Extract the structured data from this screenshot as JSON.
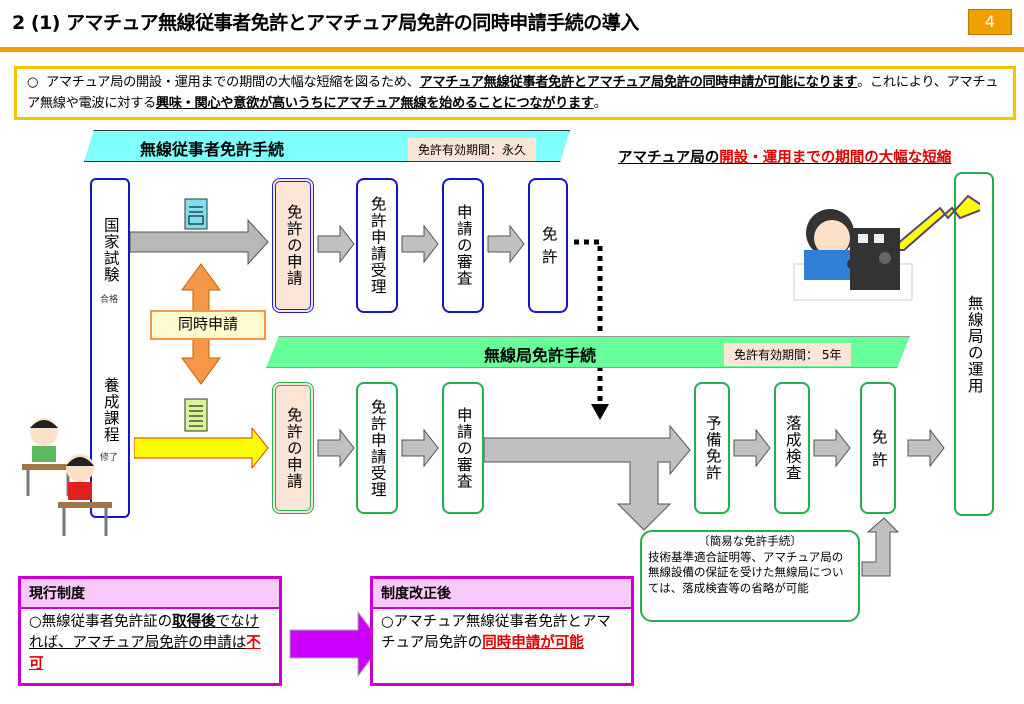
{
  "header": {
    "title": "2 (1)  アマチュア無線従事者免許とアマチュア局免許の同時申請手続の導入",
    "page_number": "4"
  },
  "intro": {
    "bullet": "○",
    "text1": "アマチュア局の開設・運用までの期間の大幅な短縮を図るため、",
    "bold1": "アマチュア無線従事者免許とアマチュア局免許の同時申請が可能になります",
    "text2": "。これにより、アマチュア無線や電波に対する",
    "bold2": "興味・関心や意欲が高いうちにアマチュア無線を始めることにつながります",
    "text3": "。"
  },
  "operator_flow": {
    "band_title": "無線従事者免許手続",
    "validity": "免許有効期間：永久",
    "entry_exam": "国家試験",
    "entry_exam_sub": "合格",
    "entry_course": "養成課程",
    "entry_course_sub": "修了",
    "steps": [
      "免許の申請",
      "免許申請受理",
      "申請の審査",
      "免 許"
    ]
  },
  "simultaneous_label": "同時申請",
  "station_flow": {
    "band_title": "無線局免許手続",
    "validity": "免許有効期間： 5年",
    "steps": [
      "免許の申請",
      "免許申請受理",
      "申請の審査",
      "予備免許",
      "落成検査",
      "免 許"
    ],
    "final": "無線局の運用"
  },
  "highlight": {
    "prefix": "アマチュア局の",
    "red": "開設・運用までの期間の大幅な短縮"
  },
  "simple_procedure": {
    "title": "〔簡易な免許手続〕",
    "body": "技術基準適合証明等、アマチュア局の無線設備の保証を受けた無線局については、落成検査等の省略が可能"
  },
  "current_system": {
    "title": "現行制度",
    "t1": "○無線従事者免許証の",
    "b1": "取得後",
    "t2": "でなければ、アマチュア局免許の申請は",
    "r1": "不可"
  },
  "revised_system": {
    "title": "制度改正後",
    "t1": "○アマチュア無線従事者免許とアマチュア局免許の",
    "r1": "同時申請が可能"
  },
  "colors": {
    "accent_orange": "#f0a000",
    "operator_blue": "#1515c8",
    "station_green": "#22b14c",
    "magenta": "#cc00cc",
    "red": "#e00000"
  }
}
